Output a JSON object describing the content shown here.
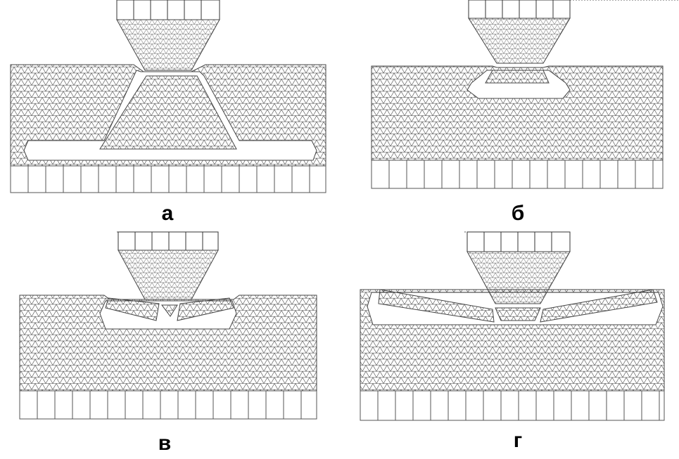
{
  "panels": [
    {
      "id": "a",
      "label": "а"
    },
    {
      "id": "b",
      "label": "б"
    },
    {
      "id": "v",
      "label": "в"
    },
    {
      "id": "g",
      "label": "г"
    }
  ],
  "colors": {
    "background": "#ffffff",
    "mesh_line": "#444444",
    "mesh_fill": "#f4f4f4",
    "grid_line": "#555555",
    "label": "#000000"
  }
}
